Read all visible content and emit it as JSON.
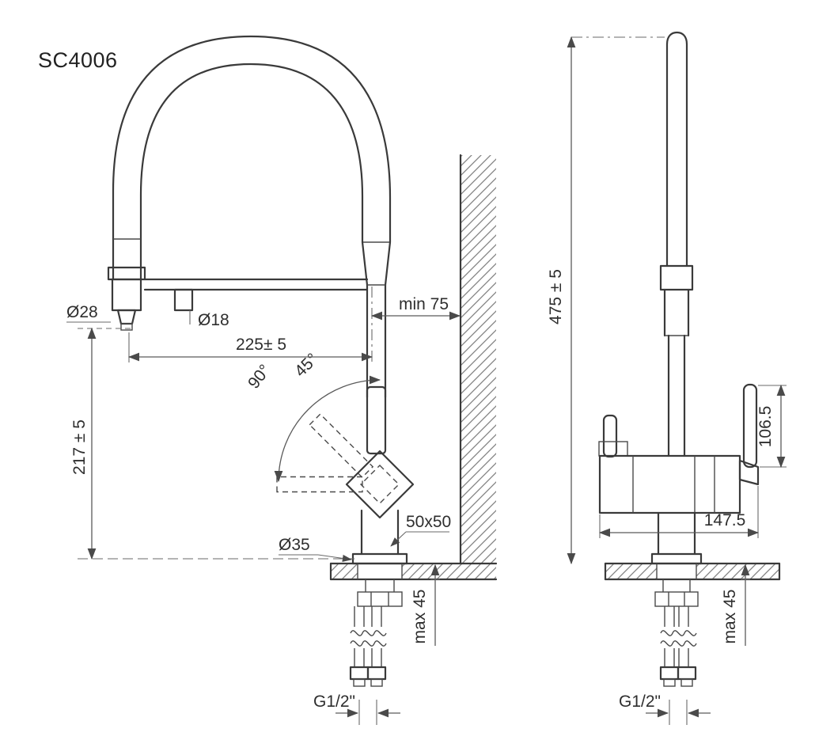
{
  "title": "SC4006",
  "front": {
    "spray_head_dia": "Ø28",
    "stub_dia": "Ø18",
    "span": "225± 5",
    "min_wall": "min 75",
    "angle_90": "90°",
    "angle_45": "45°",
    "spray_height": "217 ± 5",
    "body_size": "50x50",
    "base_dia": "Ø35",
    "counter_max": "max 45",
    "thread": "G1/2\""
  },
  "side": {
    "total_height": "475 ± 5",
    "handle_length": "106.5",
    "overall_width": "147.5",
    "counter_max": "max 45",
    "thread": "G1/2\""
  },
  "colors": {
    "line": "#3a3a3a",
    "dimension": "#5a5a5a",
    "background": "#ffffff"
  }
}
